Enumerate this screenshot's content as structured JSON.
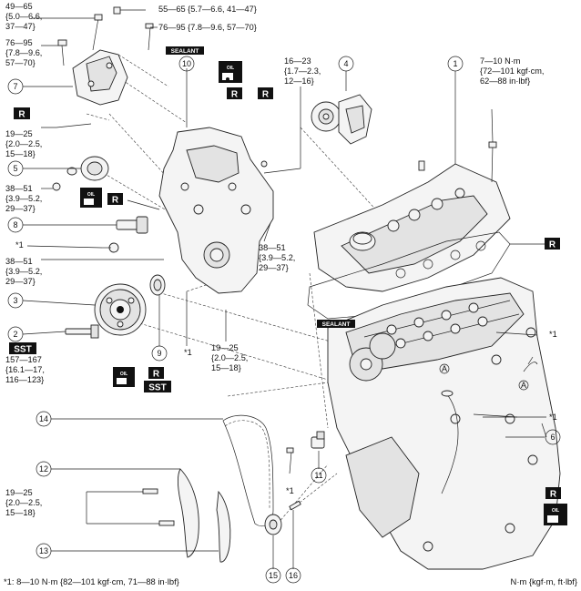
{
  "torque_labels": {
    "t_49_65": [
      "49—65",
      "{5.0—6.6,",
      "37—47}"
    ],
    "t_55_65": [
      "55—65 {5.7—6.6, 41—47}"
    ],
    "t_76_95_top": [
      "76—95 {7.8—9.6, 57—70}"
    ],
    "t_76_95_left": [
      "76—95",
      "{7.8—9.6,",
      "57—70}"
    ],
    "t_16_23": [
      "16—23",
      "{1.7—2.3,",
      "12—16}"
    ],
    "t_7_10": [
      "7—10 N·m",
      "{72—101 kgf·cm,",
      "62—88 in·lbf}"
    ],
    "t_19_25_a": [
      "19—25",
      "{2.0—2.5,",
      "15—18}"
    ],
    "t_38_51_a": [
      "38—51",
      "{3.9—5.2,",
      "29—37}"
    ],
    "t_star1_left": [
      "*1"
    ],
    "t_38_51_b": [
      "38—51",
      "{3.9—5.2,",
      "29—37}"
    ],
    "t_38_51_c": [
      "38—51",
      "{3.9—5.2,",
      "29—37}"
    ],
    "t_star1_mid": [
      "*1"
    ],
    "t_19_25_b": [
      "19—25",
      "{2.0—2.5,",
      "15—18}"
    ],
    "t_157_167": [
      "157—167",
      "{16.1—17,",
      "116—123}"
    ],
    "t_star1_right_a": [
      "*1"
    ],
    "t_star1_right_b": [
      "*1"
    ],
    "t_star1_low": [
      "*1"
    ],
    "t_19_25_c": [
      "19—25",
      "{2.0—2.5,",
      "15—18}"
    ]
  },
  "callouts": [
    "1",
    "2",
    "3",
    "4",
    "5",
    "6",
    "7",
    "8",
    "9",
    "10",
    "11",
    "12",
    "13",
    "14",
    "15",
    "16"
  ],
  "section_marks": [
    "A",
    "A"
  ],
  "symbols": {
    "sealant": "SEALANT",
    "replace": "R",
    "oil": "OIL",
    "sst": "SST"
  },
  "footnote": "*1: 8—10 N·m {82—101 kgf·cm, 71—88 in·lbf}",
  "units_note": "N·m {kgf·m, ft·lbf}"
}
